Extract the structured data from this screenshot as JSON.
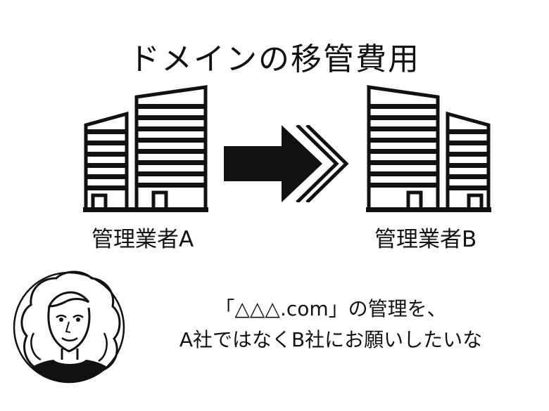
{
  "title": "ドメインの移管費用",
  "left_label": "管理業者A",
  "right_label": "管理業者B",
  "speech": {
    "line1": "「△△△.com」の管理を、",
    "line2": "A社ではなくB社にお願いしたいな"
  },
  "icons": [
    "office-building-icon",
    "transfer-arrow-icon",
    "office-building-icon",
    "woman-avatar-icon"
  ],
  "colors": {
    "ink": "#111111",
    "background": "#ffffff"
  }
}
